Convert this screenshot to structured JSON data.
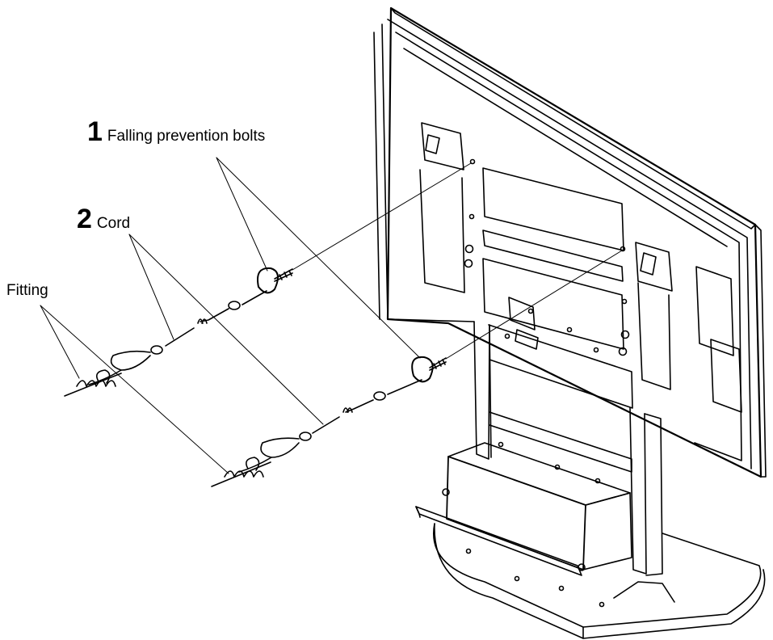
{
  "labels": {
    "bolts": {
      "number": "1",
      "text": "Falling prevention bolts"
    },
    "cord": {
      "number": "2",
      "text": "Cord"
    },
    "fitting": {
      "text": "Fitting"
    }
  },
  "colors": {
    "line": "#000000",
    "background": "#ffffff"
  }
}
